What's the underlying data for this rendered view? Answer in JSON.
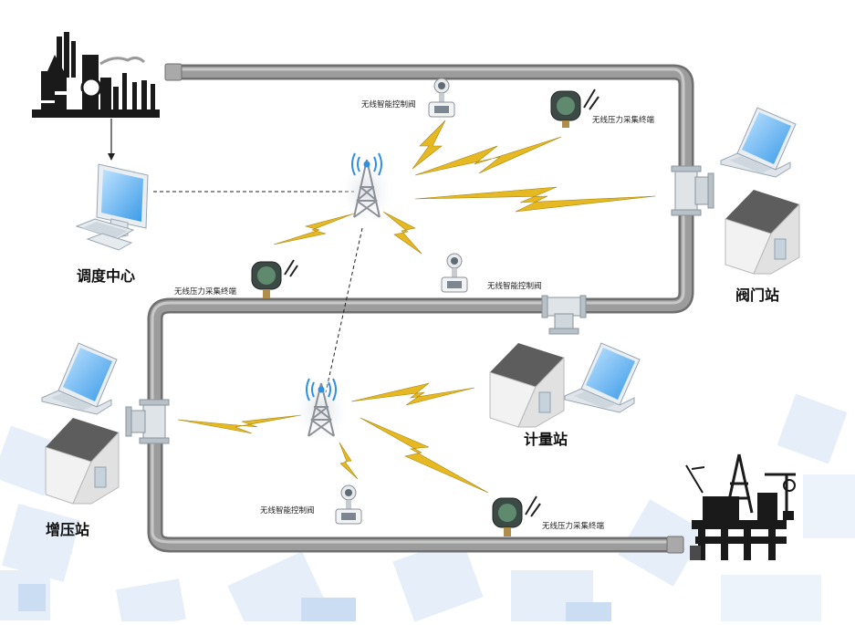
{
  "labels": {
    "dispatch_center": "调度中心",
    "valve_station": "阀门站",
    "booster_station": "增压站",
    "metering_station": "计量站"
  },
  "devices": {
    "smart_valve": "无线智能控制阀",
    "pressure_terminal": "无线压力采集终端"
  },
  "colors": {
    "pipe": "#8a8a8a",
    "pipe_highlight": "#b9b9b9",
    "lightning": "#e6b822",
    "tower_signal": "#2f8fe0",
    "background_tiles": "#cfe0f5"
  }
}
